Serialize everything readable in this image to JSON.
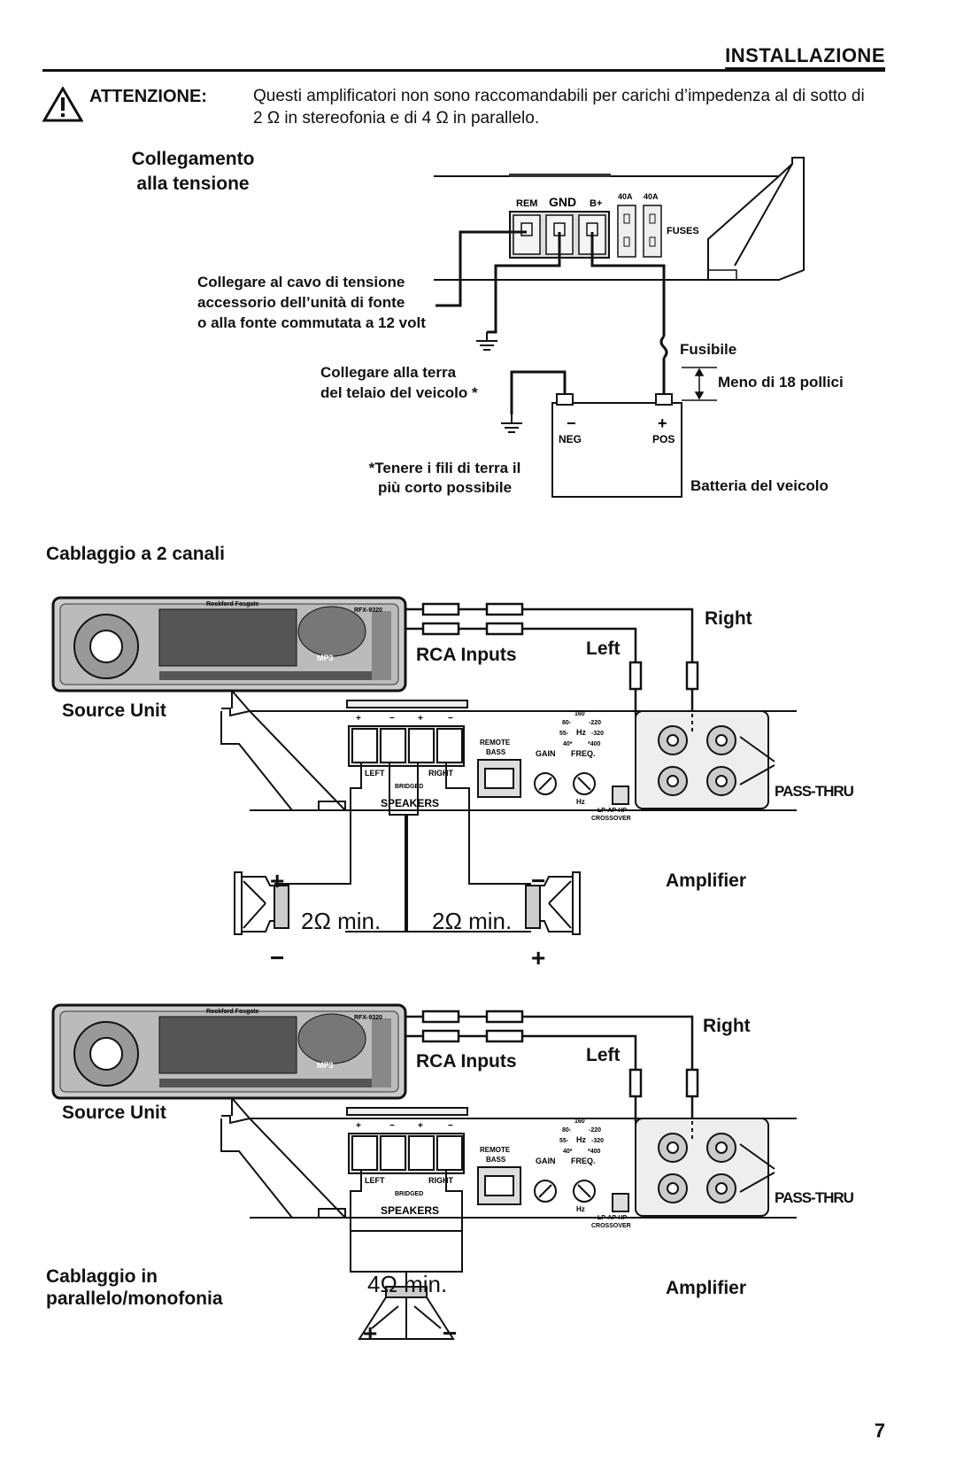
{
  "header": {
    "section_title": "INSTALLAZIONE",
    "warning_label": "ATTENZIONE:",
    "warning_line1": "Questi amplificatori non sono raccomandabili per carichi d’impedenza al di sotto di",
    "warning_line2": "2 Ω  in stereofonia e di 4 Ω  in parallelo."
  },
  "power": {
    "title_line1": "Collegamento",
    "title_line2": "alla tensione",
    "terminals": {
      "rem": "REM",
      "gnd": "GND",
      "bplus": "B+",
      "fuse1": "40A",
      "fuse2": "40A",
      "fuses": "FUSES"
    },
    "remote_note": [
      "Collegare al cavo di tensione",
      "accessorio dell’unità di fonte",
      "o alla fonte commutata a 12 volt"
    ],
    "ground_note": [
      "Collegare alla terra",
      "del telaio del veicolo *"
    ],
    "fuse_label": "Fusibile",
    "distance_label": "Meno di 18 pollici",
    "battery": {
      "neg_sign": "−",
      "pos_sign": "+",
      "neg": "NEG",
      "pos": "POS",
      "label": "Batteria del veicolo"
    },
    "footnote": [
      "*Tenere i fili di terra il",
      "più corto possibile"
    ]
  },
  "wiring2ch": {
    "title": "Cablaggio a 2 canali",
    "right": "Right",
    "left": "Left",
    "rca_inputs": "RCA Inputs",
    "source_unit": "Source Unit",
    "pass_thru": "PASS-THRU",
    "amplifier": "Amplifier",
    "speaker_left": "2Ω min.",
    "speaker_right": "2Ω min.",
    "plus": "+",
    "minus": "−"
  },
  "wiringParallel": {
    "title_line1": "Cablaggio in",
    "title_line2": "parallelo/monofonia",
    "right": "Right",
    "left": "Left",
    "rca_inputs": "RCA Inputs",
    "source_unit": "Source Unit",
    "pass_thru": "PASS-THRU",
    "amplifier": "Amplifier",
    "speaker": "4Ω min.",
    "plus": "+",
    "minus": "−"
  },
  "amp_panel": {
    "plus": "+",
    "minus": "−",
    "left": "LEFT",
    "right": "RIGHT",
    "bridged": "BRIDGED",
    "speakers": "SPEAKERS",
    "remote_bass": [
      "REMOTE",
      "BASS"
    ],
    "gain": "GAIN",
    "freq": "FREQ.",
    "hz": "Hz",
    "crossover": [
      "LP-AP-HP",
      "CROSSOVER"
    ],
    "scale": [
      "160",
      "80-",
      "-220",
      "55-",
      "-320",
      "40*",
      "*400"
    ]
  },
  "source_unit_text": {
    "model": "RFX-9320",
    "brand": "Rockford Fosgate",
    "mp3": "MP3"
  },
  "page_number": "7"
}
